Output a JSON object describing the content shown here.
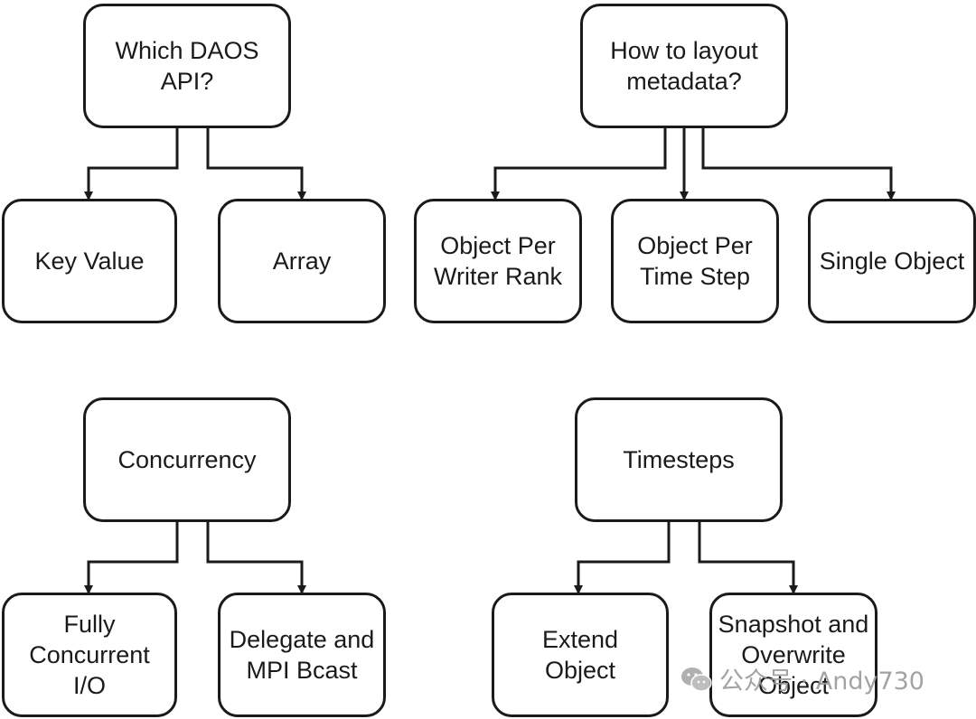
{
  "diagrams": [
    {
      "root": "Which DAOS\nAPI?",
      "children": [
        "Key Value",
        "Array"
      ]
    },
    {
      "root": "How to layout\nmetadata?",
      "children": [
        "Object Per\nWriter Rank",
        "Object Per\nTime Step",
        "Single Object"
      ]
    },
    {
      "root": "Concurrency",
      "children": [
        "Fully\nConcurrent I/O",
        "Delegate and\nMPI Bcast"
      ]
    },
    {
      "root": "Timesteps",
      "children": [
        "Extend\nObject",
        "Snapshot and\nOverwrite\nObject"
      ]
    }
  ],
  "watermark": {
    "icon": "wechat-icon",
    "text": "公众号 · Andy730"
  }
}
